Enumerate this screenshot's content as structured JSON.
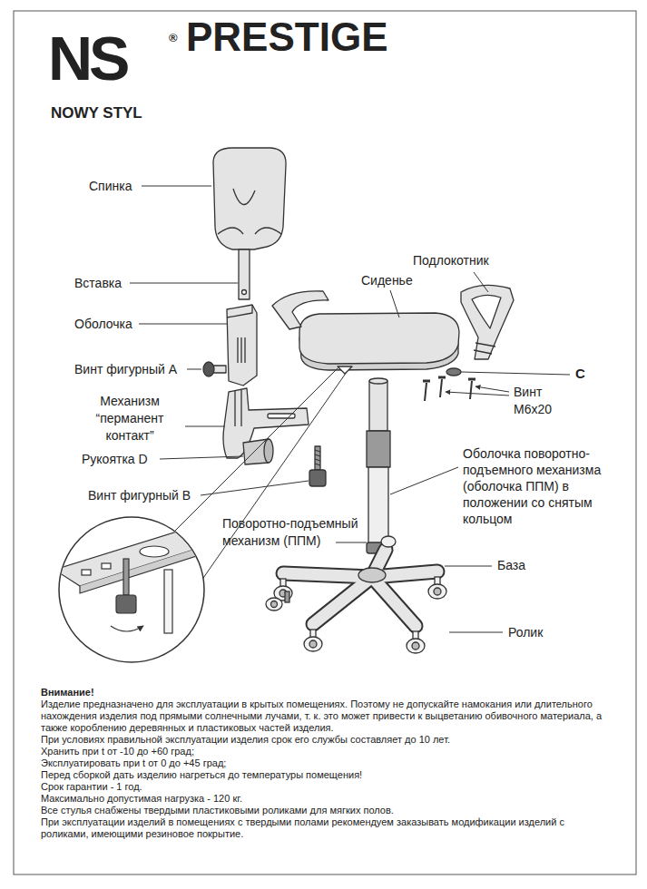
{
  "diagram": {
    "title": "PRESTIGE",
    "labels": [
      "NS",
      "®",
      "NOWY STYL",
      "Спинка",
      "Вставка",
      "Оболочка",
      "Винт фигурный A",
      "Механизм “перманент контакт”",
      "Рукоятка D",
      "Винт фигурный B",
      "Подлокотник",
      "Сиденье",
      "C",
      "Винт M6x20",
      "Оболочка поворотно-подъемного механизма (оболочка ППМ) в положении со снятым кольцом",
      "Поворотно-подъемный механизм (ППМ)",
      "База",
      "Ролик",
      "Внимание!",
      "Изделие предназначено для эксплуатации в крытых помещениях. Поэтому не допускайте намокания или длительного нахождения изделия под прямыми солнечными лучами, т. к. это может привести к выцветанию обивочного материала, а также короблению деревянных и пластиковых частей изделия.",
      "При условиях правильной эксплуатации изделия срок его службы составляет до 10 лет.",
      "Хранить при t от -10 до +60 град;",
      "Эксплуатировать при t от 0 до +45 град;",
      "Перед сборкой дать изделию нагреться до температуры помещения!",
      "Срок гарантии - 1 год.",
      "Максимально допустимая нагрузка - 120 кг.",
      "Все стулья снабжены твердыми пластиковыми роликами для мягких полов.",
      "При эксплуатации изделий в помещениях с твердыми полами рекомендуем заказывать модификации изделий с роликами, имеющими резиновое покрытие."
    ]
  }
}
